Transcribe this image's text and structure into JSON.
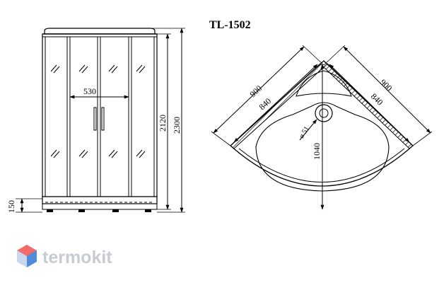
{
  "model": "TL-1502",
  "front_view": {
    "door_width": "530",
    "inner_height": "2120",
    "total_height": "2300",
    "tray_height": "150"
  },
  "top_view": {
    "outer_side_left": "900",
    "outer_side_right": "900",
    "inner_side_left": "840",
    "inner_side_right": "840",
    "drain_diameter": "ø 51",
    "diagonal_depth": "1040"
  },
  "brand": {
    "name": "termokit",
    "colors": {
      "logo_red": "#f26b6b",
      "logo_blue": "#4f8ddb",
      "logo_text": "#c8ccd2"
    }
  }
}
